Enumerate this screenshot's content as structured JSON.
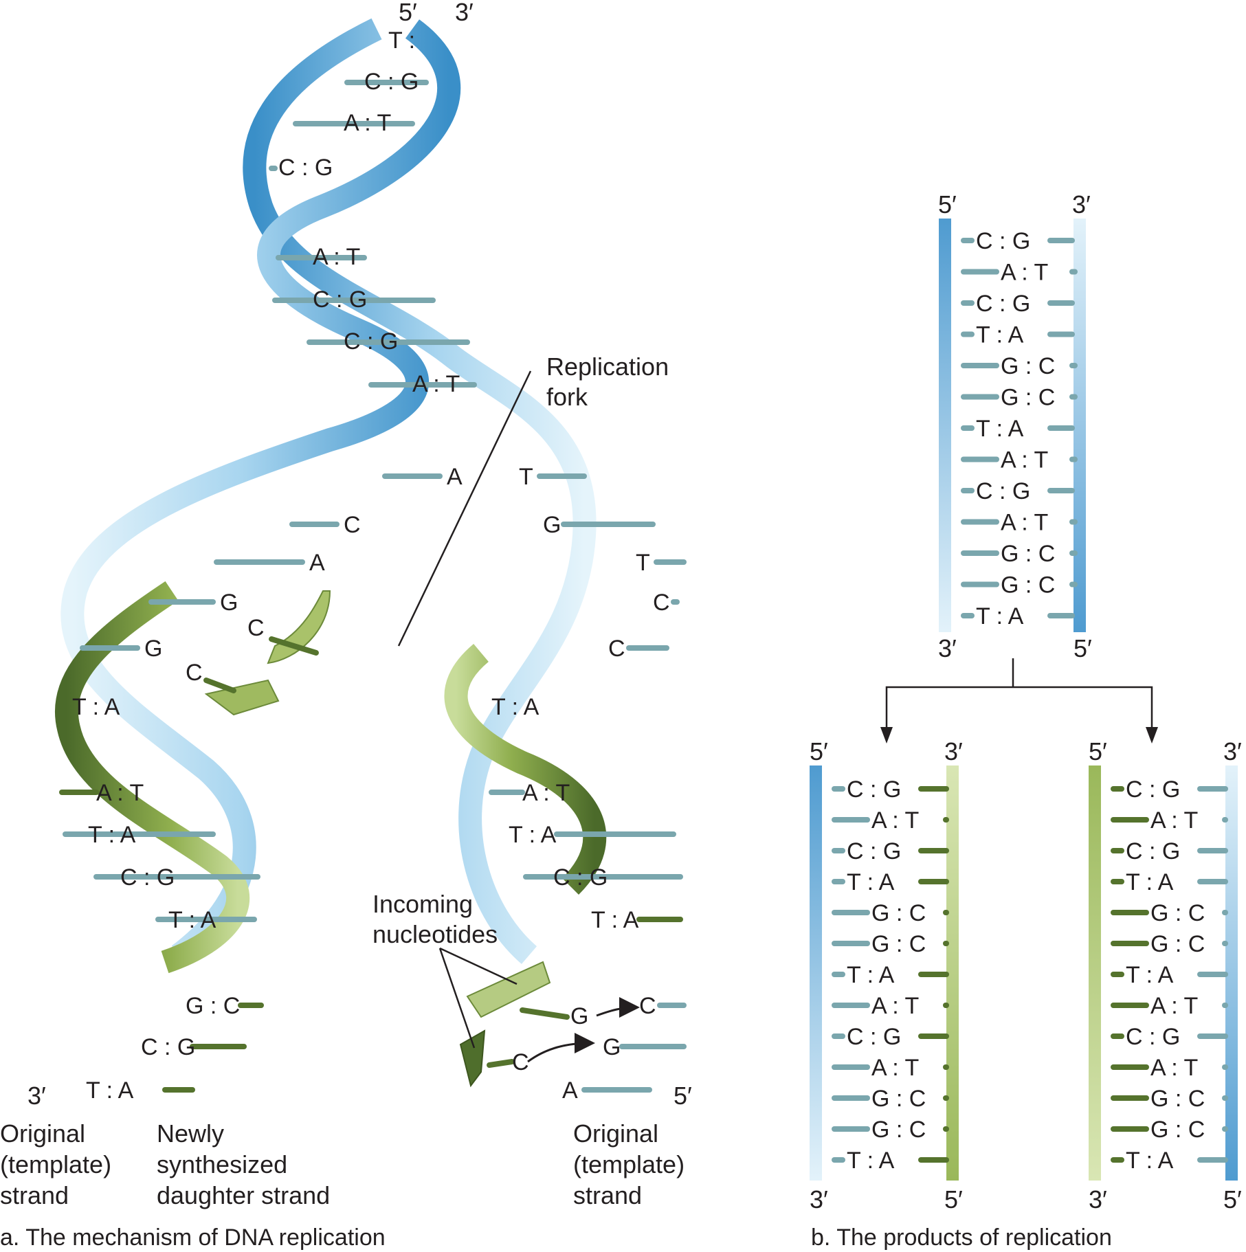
{
  "panel_a": {
    "caption": "a. The mechanism of DNA replication",
    "top_ends": {
      "left": "5′",
      "right": "3′"
    },
    "bottom_left_end": "3′",
    "bottom_right_end": "5′",
    "fork_label_line1": "Replication",
    "fork_label_line2": "fork",
    "incoming_line1": "Incoming",
    "incoming_line2": "nucleotides",
    "label_left": [
      "Original",
      "(template)",
      "strand"
    ],
    "label_middle": [
      "Newly",
      "synthesized",
      "daughter strand"
    ],
    "label_right": [
      "Original",
      "(template)",
      "strand"
    ],
    "top_pairs": [
      {
        "l": "T",
        "r": ""
      },
      {
        "l": "C",
        "r": "G"
      },
      {
        "l": "A",
        "r": "T"
      },
      {
        "l": "C",
        "r": "G"
      },
      {
        "l": "A",
        "r": "T"
      },
      {
        "l": "C",
        "r": "G"
      },
      {
        "l": "C",
        "r": "G"
      },
      {
        "l": "A",
        "r": "T"
      }
    ],
    "left_unpaired": [
      "A",
      "C",
      "A",
      "G",
      "G"
    ],
    "right_unpaired": [
      "T",
      "G",
      "T",
      "C",
      "C"
    ],
    "free_bases_left": [
      "C",
      "C"
    ],
    "left_pairs": [
      {
        "l": "T",
        "r": "A"
      },
      {
        "l": "A",
        "r": "T"
      },
      {
        "l": "T",
        "r": "A"
      },
      {
        "l": "C",
        "r": "G"
      },
      {
        "l": "T",
        "r": "A"
      },
      {
        "l": "G",
        "r": "C"
      },
      {
        "l": "C",
        "r": "G"
      },
      {
        "l": "T",
        "r": "A"
      }
    ],
    "right_pairs": [
      {
        "l": "T",
        "r": "A"
      },
      {
        "l": "A",
        "r": "T"
      },
      {
        "l": "T",
        "r": "A"
      },
      {
        "l": "C",
        "r": "G"
      },
      {
        "l": "T",
        "r": "A"
      }
    ],
    "right_bottom_bases": [
      "C",
      "G",
      "A"
    ],
    "incoming_bases": [
      "G",
      "C"
    ]
  },
  "panel_b": {
    "caption": "b. The products of replication",
    "parent_ends": {
      "top_left": "5′",
      "top_right": "3′",
      "bottom_left": "3′",
      "bottom_right": "5′"
    },
    "daughter_ends": {
      "top_left": "5′",
      "top_right": "3′",
      "bottom_left": "3′",
      "bottom_right": "5′"
    },
    "pairs": [
      {
        "l": "C",
        "r": "G"
      },
      {
        "l": "A",
        "r": "T"
      },
      {
        "l": "C",
        "r": "G"
      },
      {
        "l": "T",
        "r": "A"
      },
      {
        "l": "G",
        "r": "C"
      },
      {
        "l": "G",
        "r": "C"
      },
      {
        "l": "T",
        "r": "A"
      },
      {
        "l": "A",
        "r": "T"
      },
      {
        "l": "C",
        "r": "G"
      },
      {
        "l": "A",
        "r": "T"
      },
      {
        "l": "G",
        "r": "C"
      },
      {
        "l": "G",
        "r": "C"
      },
      {
        "l": "T",
        "r": "A"
      }
    ]
  },
  "colors": {
    "blue_dark": "#3a8fc8",
    "blue_light": "#dceff9",
    "green_dark": "#4f6e2c",
    "green_light": "#a3bd5e",
    "rung_blue": "#7aa6ad",
    "rung_green": "#55732d"
  }
}
